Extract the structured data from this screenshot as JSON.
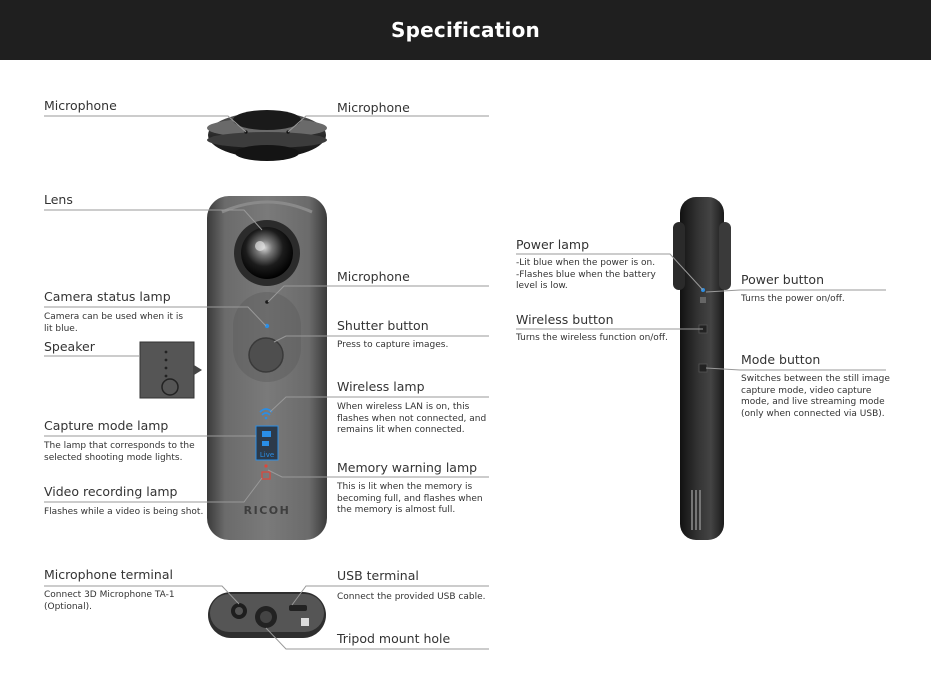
{
  "header": {
    "title": "Specification"
  },
  "labels": {
    "microphone_top_left": "Microphone",
    "microphone_top_right": "Microphone",
    "lens": "Lens",
    "microphone_front": "Microphone",
    "camera_status_lamp": "Camera status lamp",
    "camera_status_lamp_desc": "Camera can be used when it is\nlit blue.",
    "shutter_button": "Shutter button",
    "shutter_button_desc": "Press to capture images.",
    "speaker": "Speaker",
    "wireless_lamp": "Wireless lamp",
    "wireless_lamp_desc": "When wireless LAN is on, this\nflashes when not connected, and\nremains lit when connected.",
    "capture_mode_lamp": "Capture mode lamp",
    "capture_mode_lamp_desc": "The lamp that corresponds to the\nselected shooting mode lights.",
    "memory_warning_lamp": "Memory warning lamp",
    "memory_warning_lamp_desc": "This is lit when the memory is\nbecoming full, and flashes when\nthe memory is almost full.",
    "video_recording_lamp": "Video recording lamp",
    "video_recording_lamp_desc": "Flashes while a video is being shot.",
    "microphone_terminal": "Microphone terminal",
    "microphone_terminal_desc": "Connect 3D Microphone TA-1\n(Optional).",
    "usb_terminal": "USB terminal",
    "usb_terminal_desc": "Connect the provided USB cable.",
    "tripod_mount_hole": "Tripod mount hole",
    "power_lamp": "Power lamp",
    "power_lamp_desc": "-Lit blue when the power is on.\n-Flashes blue when the battery\n  level is low.",
    "power_button": "Power button",
    "power_button_desc": "Turns the power on/off.",
    "wireless_button": "Wireless button",
    "wireless_button_desc": "Turns the wireless function on/off.",
    "mode_button": "Mode button",
    "mode_button_desc": "Switches between the still image\ncapture mode, video capture\nmode, and live streaming mode\n(only when connected via USB)."
  },
  "camera": {
    "brand": "RICOH",
    "live_label": "Live"
  },
  "colors": {
    "header_bg": "#1f1f1f",
    "leader_line": "#999999",
    "lamp_blue": "#2a8ee6",
    "lamp_red": "#e0463a"
  }
}
